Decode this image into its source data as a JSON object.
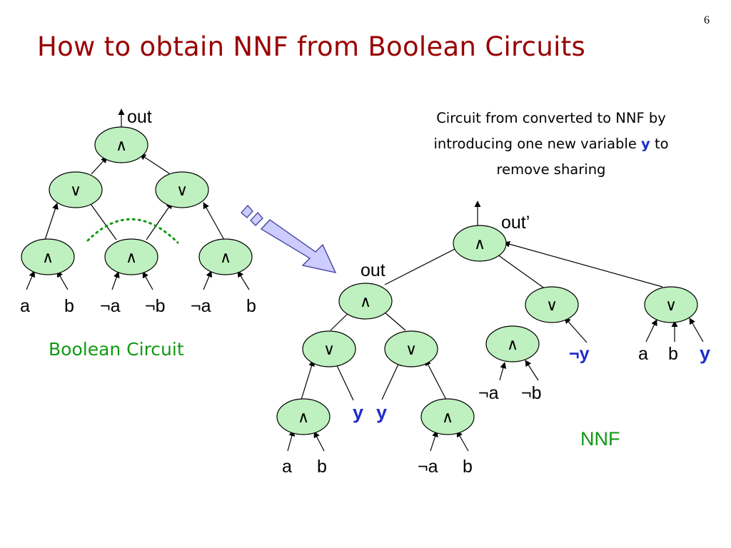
{
  "page_number": "6",
  "title": "How to obtain NNF from Boolean Circuits",
  "caption": {
    "line1": "Circuit from converted to NNF by",
    "line2_before": "introducing one new variable ",
    "line2_var": "y",
    "line2_after": " to",
    "line3": "remove sharing"
  },
  "symbols": {
    "and": "∧",
    "or": "∨"
  },
  "left_circuit": {
    "output_label": "out",
    "leaves": [
      "a",
      "b",
      "¬a",
      "¬b",
      "¬a",
      "b"
    ],
    "label": "Boolean Circuit"
  },
  "right_circuit": {
    "output_label": "out",
    "output_prime_label": "out’",
    "leaves": {
      "a1": "a",
      "b1": "b",
      "na": "¬a",
      "b2": "b",
      "y_left": "y",
      "y_right": "y",
      "na2": "¬a",
      "nb2": "¬b",
      "ny": "¬y",
      "a3": "a",
      "b3": "b",
      "y3": "y"
    },
    "label": "NNF"
  },
  "colors": {
    "title": "#990000",
    "node_fill": "#bff0bf",
    "label_green": "#119911",
    "variable_blue": "#1f2dcc",
    "arrow_fill": "#ccccff"
  }
}
